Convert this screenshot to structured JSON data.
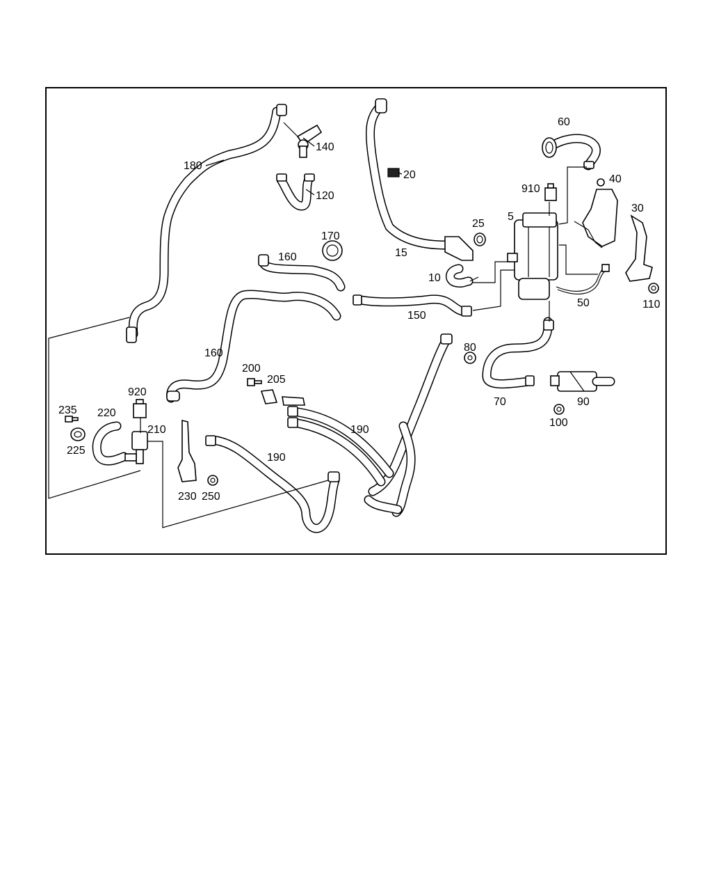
{
  "diagram": {
    "callouts": {
      "c5": "5",
      "c10": "10",
      "c15": "15",
      "c20": "20",
      "c25": "25",
      "c30": "30",
      "c40": "40",
      "c50": "50",
      "c60": "60",
      "c70": "70",
      "c80": "80",
      "c90": "90",
      "c100": "100",
      "c110": "110",
      "c120": "120",
      "c140": "140",
      "c150": "150",
      "c160a": "160",
      "c160b": "160",
      "c170": "170",
      "c180": "180",
      "c190a": "190",
      "c190b": "190",
      "c200": "200",
      "c205": "205",
      "c210": "210",
      "c220": "220",
      "c225": "225",
      "c230": "230",
      "c235": "235",
      "c250": "250",
      "c910": "910",
      "c920": "920"
    }
  }
}
